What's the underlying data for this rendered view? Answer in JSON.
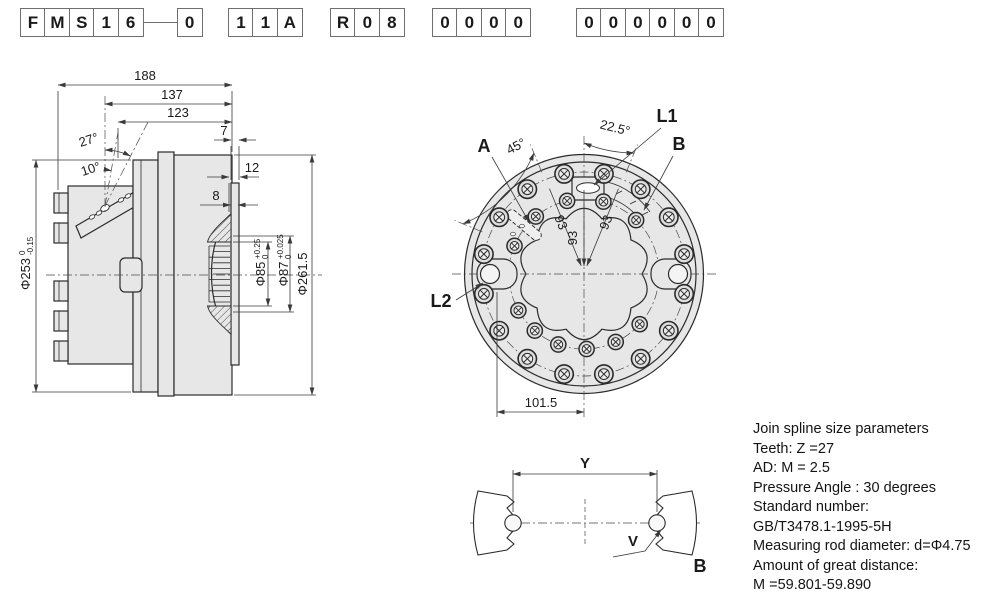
{
  "model_code": {
    "groups": [
      [
        "F",
        "M",
        "S",
        "1",
        "6"
      ],
      [
        "0"
      ],
      [
        "1",
        "1",
        "A"
      ],
      [
        "R",
        "0",
        "8"
      ],
      [
        "0",
        "0",
        "0",
        "0"
      ],
      [
        "0",
        "0",
        "0",
        "0",
        "0",
        "0"
      ]
    ]
  },
  "side_view": {
    "dims": {
      "length_overall": "188",
      "length_137": "137",
      "length_123": "123",
      "width_7": "7",
      "depth_12": "12",
      "depth_8": "8",
      "angle_plate": "27°",
      "angle_hole": "10°",
      "dia_253": {
        "label": "Φ253",
        "tol_upper": "0",
        "tol_lower": "-0.15"
      },
      "dia_85": {
        "label": "Φ85",
        "tol_upper": "+0.25",
        "tol_lower": "0"
      },
      "dia_87": {
        "label": "Φ87",
        "tol_upper": "+0.025",
        "tol_lower": "0"
      },
      "dia_261": "Φ261.5"
    }
  },
  "front_view": {
    "labels": {
      "a": "A",
      "b": "B",
      "l1": "L1",
      "l2": "L2"
    },
    "dims": {
      "angle_45": "45°",
      "angle_22_5": "22.5°",
      "radius_93": "93",
      "offset_101_5": "101.5"
    }
  },
  "spline_view": {
    "labels": {
      "y": "Y",
      "v": "V",
      "b": "B"
    }
  },
  "panel": {
    "lines": [
      "Join spline size parameters",
      "Teeth:  Z =27",
      "AD: M = 2.5",
      "Pressure Angle : 30 degrees",
      "Standard number:",
      "GB/T3478.1-1995-5H",
      "Measuring rod diameter: d=Φ4.75",
      "Amount of great distance:",
      "M =59.801-59.890"
    ]
  },
  "colors": {
    "line": "#2b2b2b",
    "fill_light": "#e7e7e7",
    "dim_line": "#3a3a3a",
    "background": "#ffffff"
  }
}
